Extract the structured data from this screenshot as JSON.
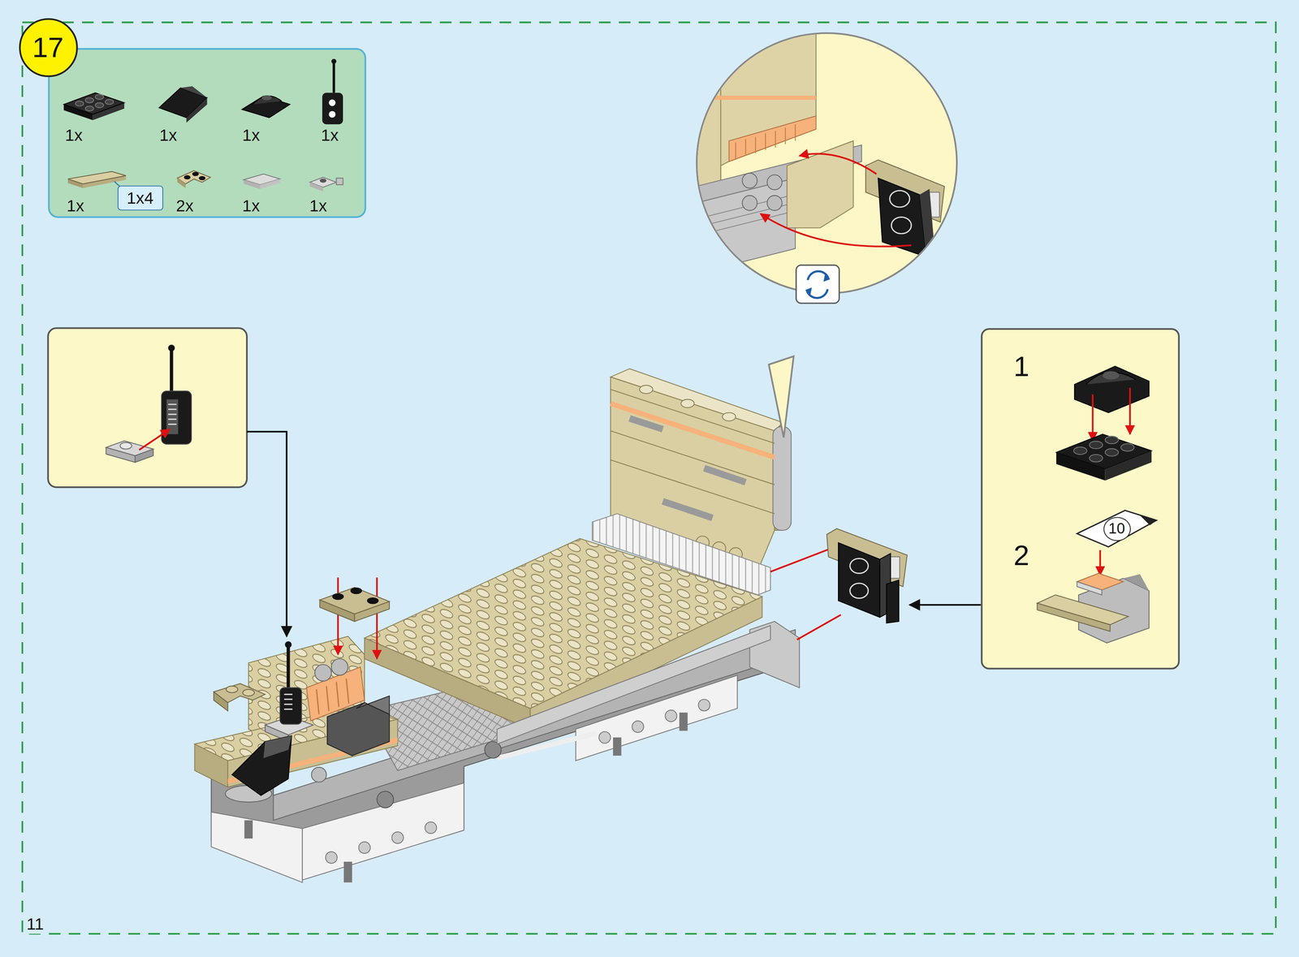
{
  "diagram": {
    "nodes": [
      {
        "text": [
          "1x",
          "1x",
          "1x",
          "1x",
          "1x",
          "2x",
          "1x",
          "1x"
        ]
      },
      {
        "text": [
          "1x4"
        ],
        "in": 0
      },
      {
        "text": [
          "17"
        ]
      },
      {
        "text": [
          "1",
          "2"
        ]
      },
      {
        "text": [
          "10"
        ],
        "in": 3
      }
    ],
    "labels": [
      "11"
    ]
  }
}
